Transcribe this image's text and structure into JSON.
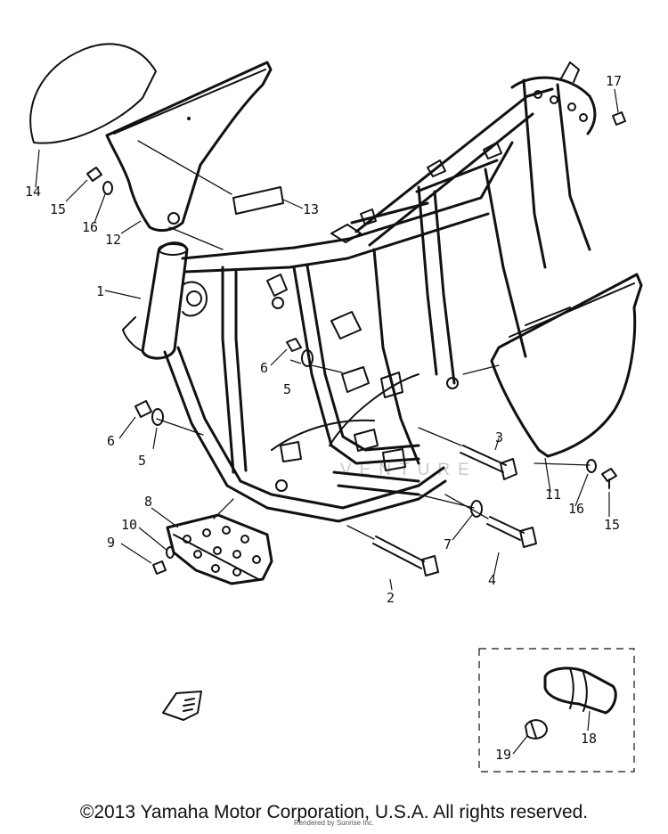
{
  "callouts": [
    {
      "id": "c1",
      "text": "1"
    },
    {
      "id": "c2",
      "text": "2"
    },
    {
      "id": "c3",
      "text": "3"
    },
    {
      "id": "c4",
      "text": "4"
    },
    {
      "id": "c5a",
      "text": "5"
    },
    {
      "id": "c5b",
      "text": "5"
    },
    {
      "id": "c6a",
      "text": "6"
    },
    {
      "id": "c6b",
      "text": "6"
    },
    {
      "id": "c7",
      "text": "7"
    },
    {
      "id": "c8",
      "text": "8"
    },
    {
      "id": "c9",
      "text": "9"
    },
    {
      "id": "c10",
      "text": "10"
    },
    {
      "id": "c11",
      "text": "11"
    },
    {
      "id": "c12",
      "text": "12"
    },
    {
      "id": "c13",
      "text": "13"
    },
    {
      "id": "c14",
      "text": "14"
    },
    {
      "id": "c15a",
      "text": "15"
    },
    {
      "id": "c15b",
      "text": "15"
    },
    {
      "id": "c16a",
      "text": "16"
    },
    {
      "id": "c16b",
      "text": "16"
    },
    {
      "id": "c17",
      "text": "17"
    },
    {
      "id": "c18",
      "text": "18"
    },
    {
      "id": "c19",
      "text": "19"
    }
  ],
  "watermark_text": "VENTURE",
  "copyright": "©2013 Yamaha Motor Corporation, U.S.A. All rights reserved.",
  "sub_note": "Rendered by Sunrise Inc."
}
